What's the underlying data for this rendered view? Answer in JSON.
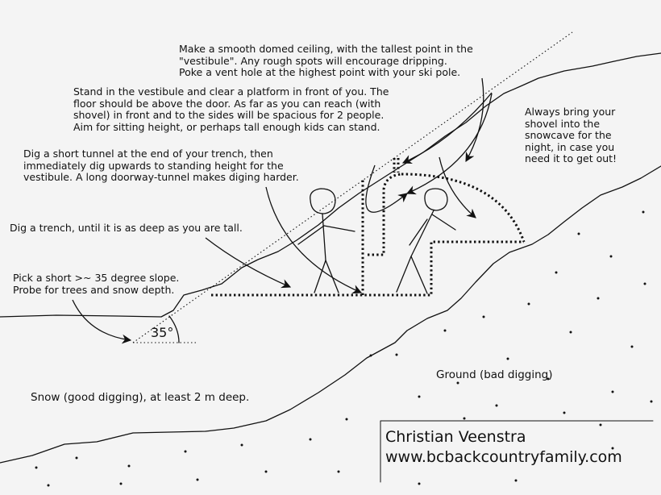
{
  "notes": {
    "ceiling": "Make a smooth domed ceiling, with the tallest point in the\n\"vestibule\". Any rough spots will encourage dripping.\nPoke a vent hole at the highest point with your ski pole.",
    "vestibule": "Stand in the vestibule and clear a platform in front of you. The\nfloor should be above the door. As far as you can reach (with\nshovel) in front and to the sides will be spacious for 2 people.\nAim for sitting height, or perhaps tall enough kids can stand.",
    "shovel": "Always bring your\nshovel into the\nsnowcave for the\nnight, in case you\nneed it to get out!",
    "tunnel": "Dig a short tunnel at the end of your trench, then\nimmediately dig upwards to standing height for the\nvestibule. A long doorway-tunnel makes diging harder.",
    "trench": "Dig a trench, until it is as deep as you are tall.",
    "slope": "Pick a short >~ 35 degree slope.\nProbe for trees and snow depth.",
    "angle": "35°",
    "ground": "Ground (bad digging)",
    "snow": "Snow (good digging), at least 2 m deep."
  },
  "credit": {
    "author": "Christian Veenstra",
    "website": "www.bcbackcountryfamily.com"
  }
}
